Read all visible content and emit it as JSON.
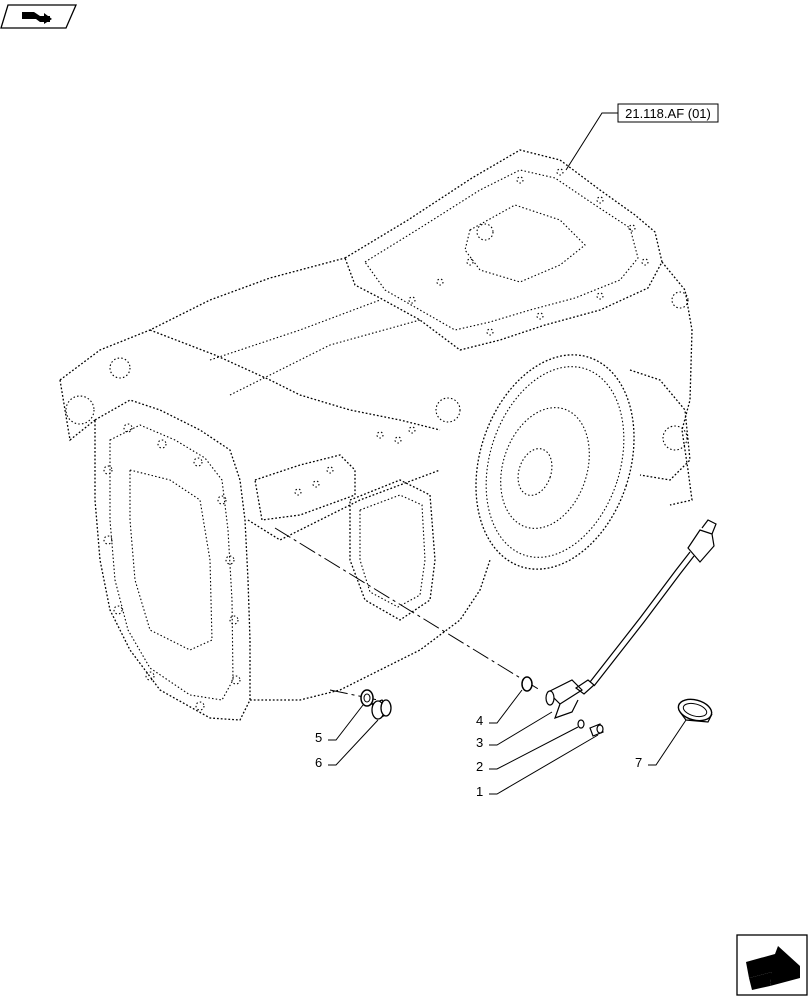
{
  "reference_label": "21.118.AF (01)",
  "icons": {
    "top_left": "page-turn-icon",
    "bottom_right": "next-page-arrow-icon"
  },
  "callouts": [
    {
      "id": "1",
      "label": "1"
    },
    {
      "id": "2",
      "label": "2"
    },
    {
      "id": "3",
      "label": "3"
    },
    {
      "id": "4",
      "label": "4"
    },
    {
      "id": "5",
      "label": "5"
    },
    {
      "id": "6",
      "label": "6"
    },
    {
      "id": "7",
      "label": "7"
    }
  ]
}
